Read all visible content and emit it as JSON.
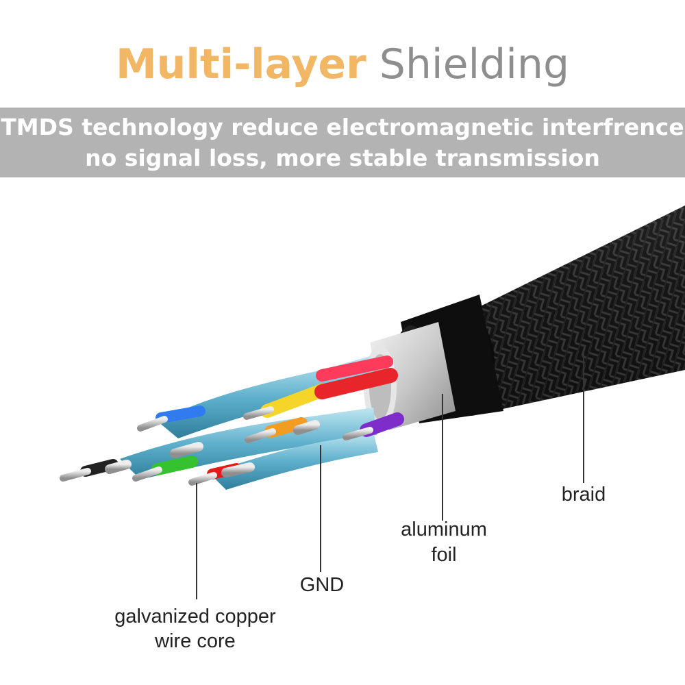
{
  "title": {
    "accent": "Multi-layer",
    "rest": " Shielding"
  },
  "band": {
    "line1": "TMDS technology reduce electromagnetic interfrence",
    "line2": "no signal loss, more stable transmission"
  },
  "labels": {
    "braid": "braid",
    "foil_line1": "aluminum",
    "foil_line2": "foil",
    "gnd": "GND",
    "core_line1": "galvanized copper",
    "core_line2": "wire core"
  },
  "colors": {
    "accent": "#F2B765",
    "gray_text": "#8E8E8E",
    "band": "#B3B3B3",
    "wire_colors": [
      "#2F7BEF",
      "#F5D52A",
      "#E8252A",
      "#F29C21",
      "#7E2DCA",
      "#36C12E",
      "#E21B1B",
      "#222222",
      "#FF3B5C"
    ]
  },
  "icons": [
    "braided-cable",
    "aluminum-foil",
    "twisted-pair",
    "copper-conductor"
  ]
}
